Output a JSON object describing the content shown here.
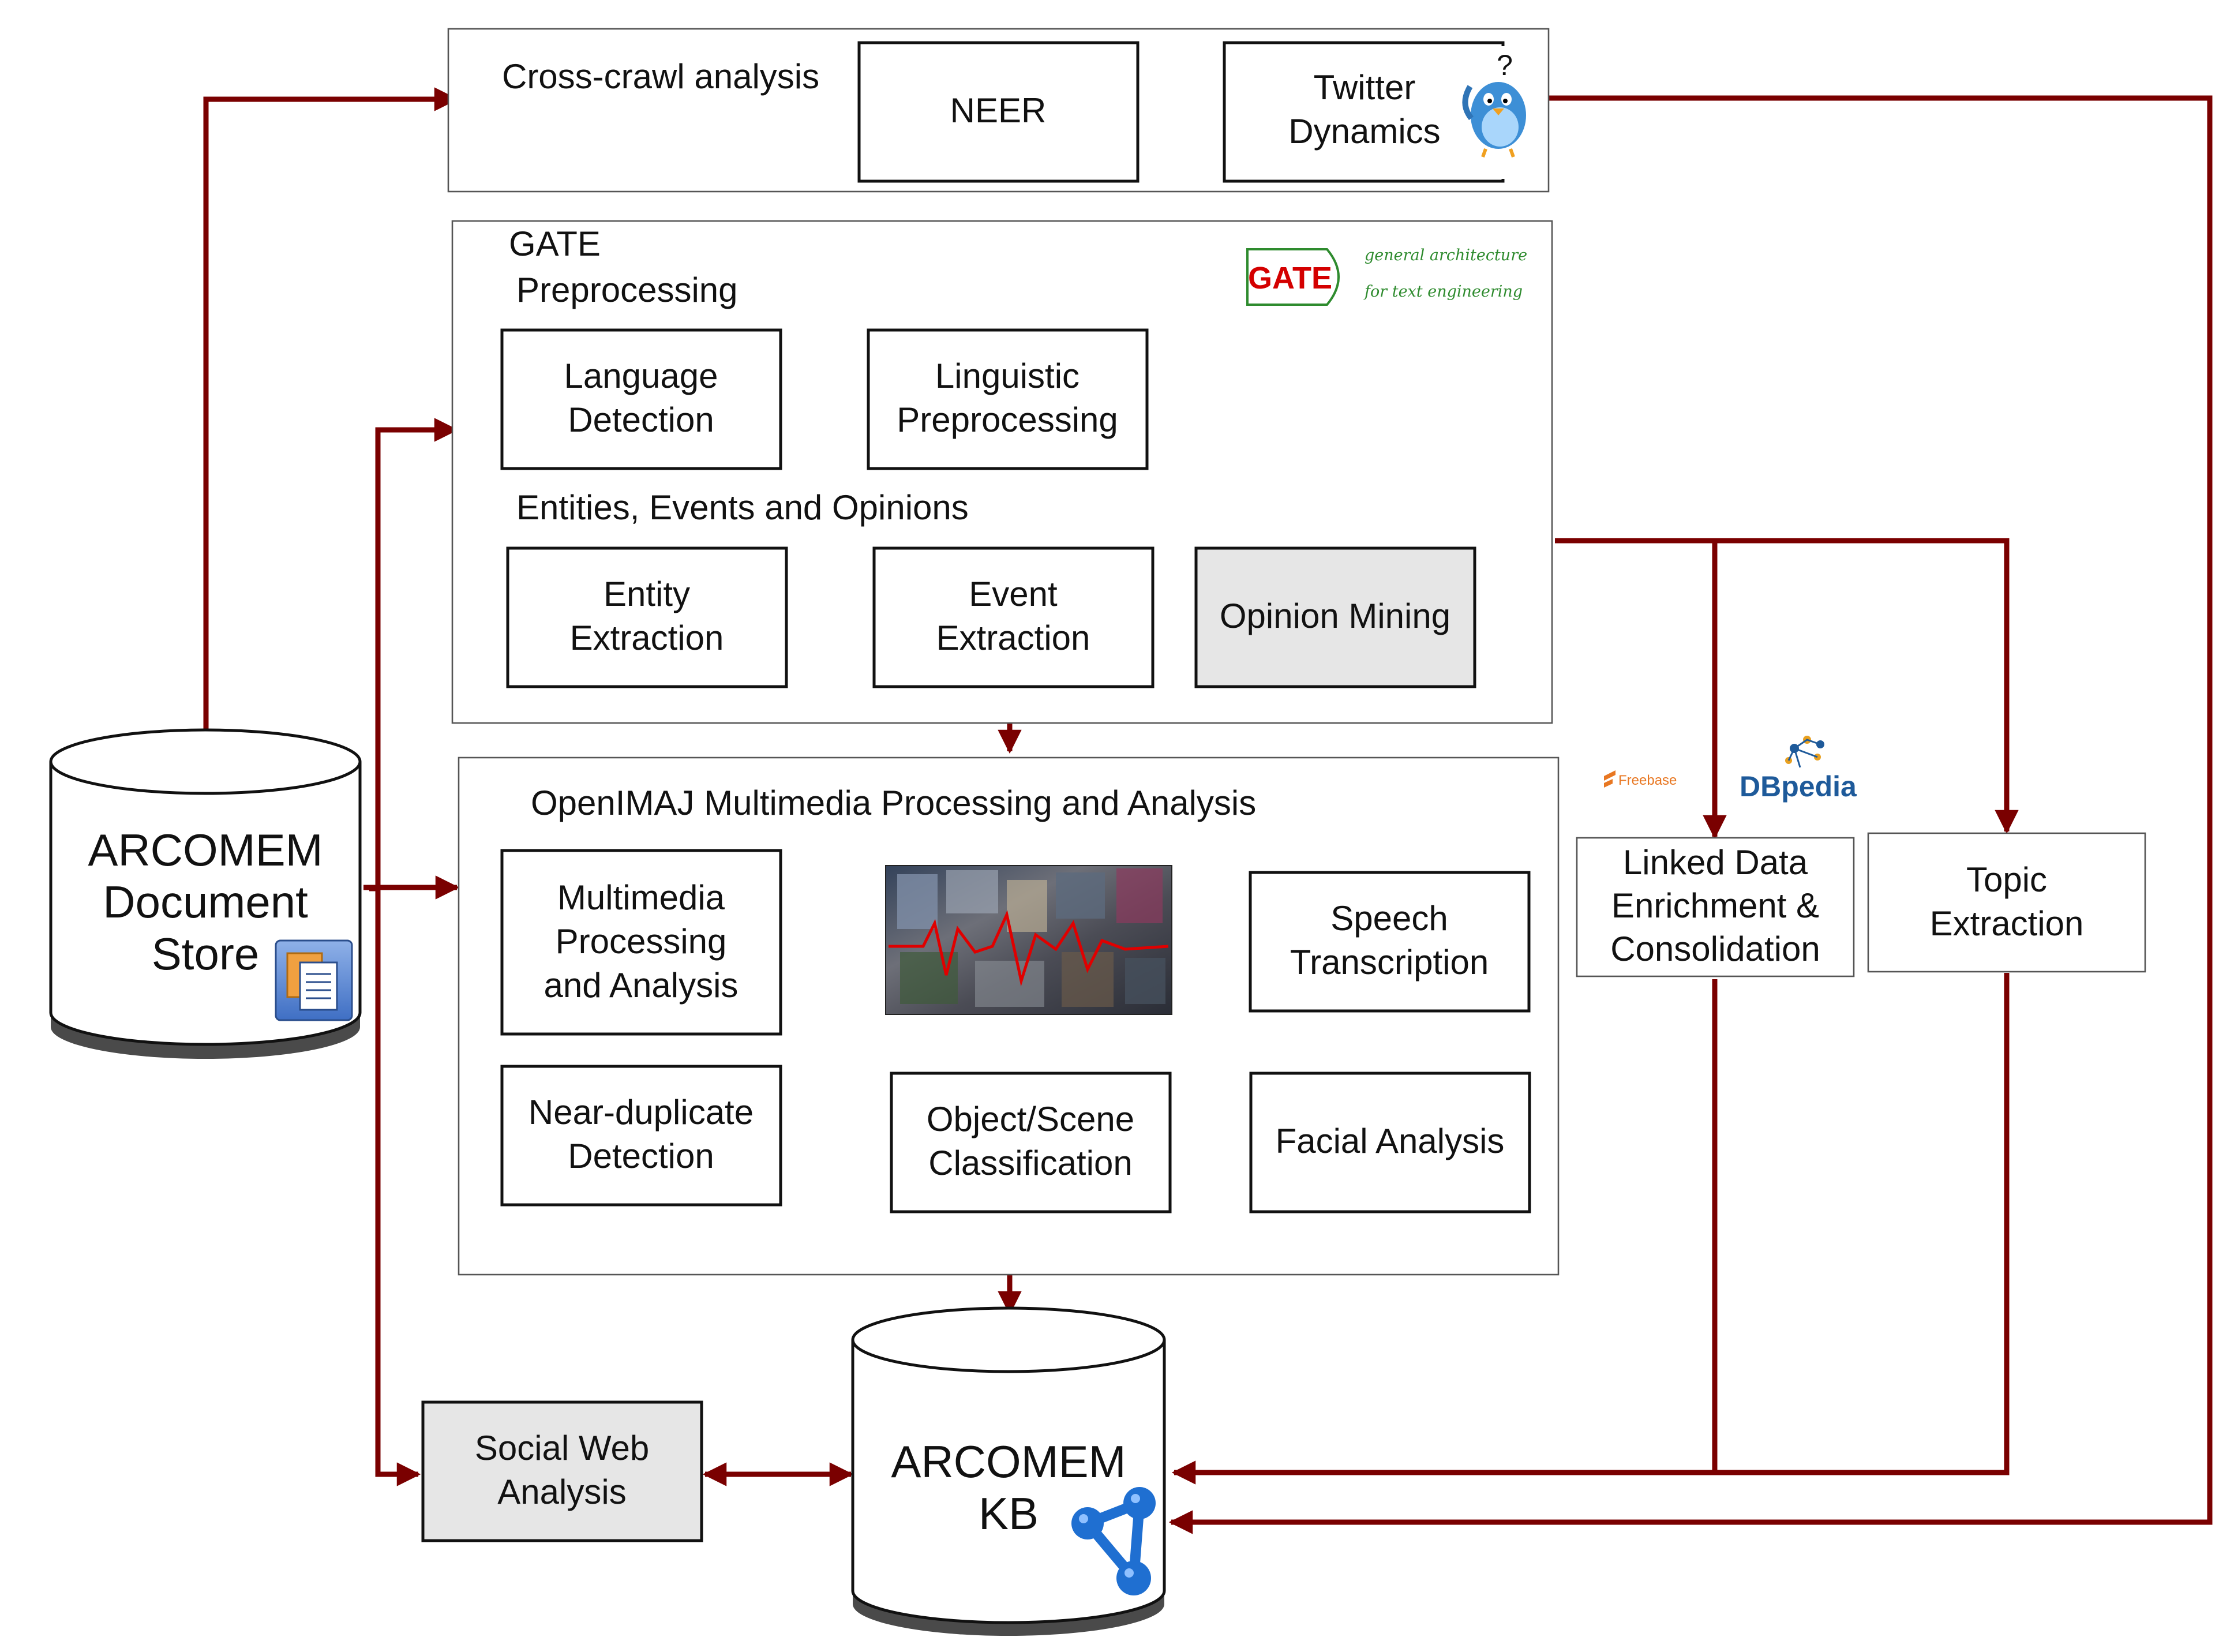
{
  "crosscrawl": {
    "title": "Cross-crawl analysis",
    "neer": "NEER",
    "twitter_line1": "Twitter",
    "twitter_line2": "Dynamics",
    "question_mark": "?"
  },
  "gate": {
    "title": "GATE",
    "preprocessing": "Preprocessing",
    "logo_word": "GATE",
    "logo_line1": "general architecture",
    "logo_line2": "for text engineering",
    "language_detection": [
      "Language",
      "Detection"
    ],
    "linguistic_preprocessing": [
      "Linguistic",
      "Preprocessing"
    ],
    "entities_heading": "Entities, Events and Opinions",
    "entity_extraction": [
      "Entity",
      "Extraction"
    ],
    "event_extraction": [
      "Event",
      "Extraction"
    ],
    "opinion_mining": "Opinion Mining"
  },
  "openimaj": {
    "title": "OpenIMAJ Multimedia Processing and Analysis",
    "multimedia": [
      "Multimedia",
      "Processing",
      "and Analysis"
    ],
    "speech": [
      "Speech",
      "Transcription"
    ],
    "near_duplicate": [
      "Near-duplicate",
      "Detection"
    ],
    "object_scene": [
      "Object/Scene",
      "Classification"
    ],
    "facial": "Facial Analysis"
  },
  "linked_data": {
    "lines": [
      "Linked Data",
      "Enrichment &",
      "Consolidation"
    ],
    "freebase": "Freebase",
    "dbpedia": "DBpedia"
  },
  "topic": [
    "Topic",
    "Extraction"
  ],
  "social_web": [
    "Social Web",
    "Analysis"
  ],
  "doc_store": [
    "ARCOMEM",
    "Document",
    "Store"
  ],
  "kb": [
    "ARCOMEM",
    "KB"
  ],
  "colors": {
    "arrow": "#7a0000",
    "grey_box": "#e6e6e6",
    "gate_red": "#d40000",
    "gate_green": "#2e8b2e",
    "dbpedia_blue": "#1e5a9a",
    "twitter_blue": "#3d8fd6",
    "network_blue": "#1f6fd1"
  },
  "icons": [
    "twitter-bird-icon",
    "gate-logo",
    "freebase-logo",
    "dbpedia-logo",
    "documents-icon",
    "network-graph-icon",
    "multimedia-thumbnail"
  ]
}
